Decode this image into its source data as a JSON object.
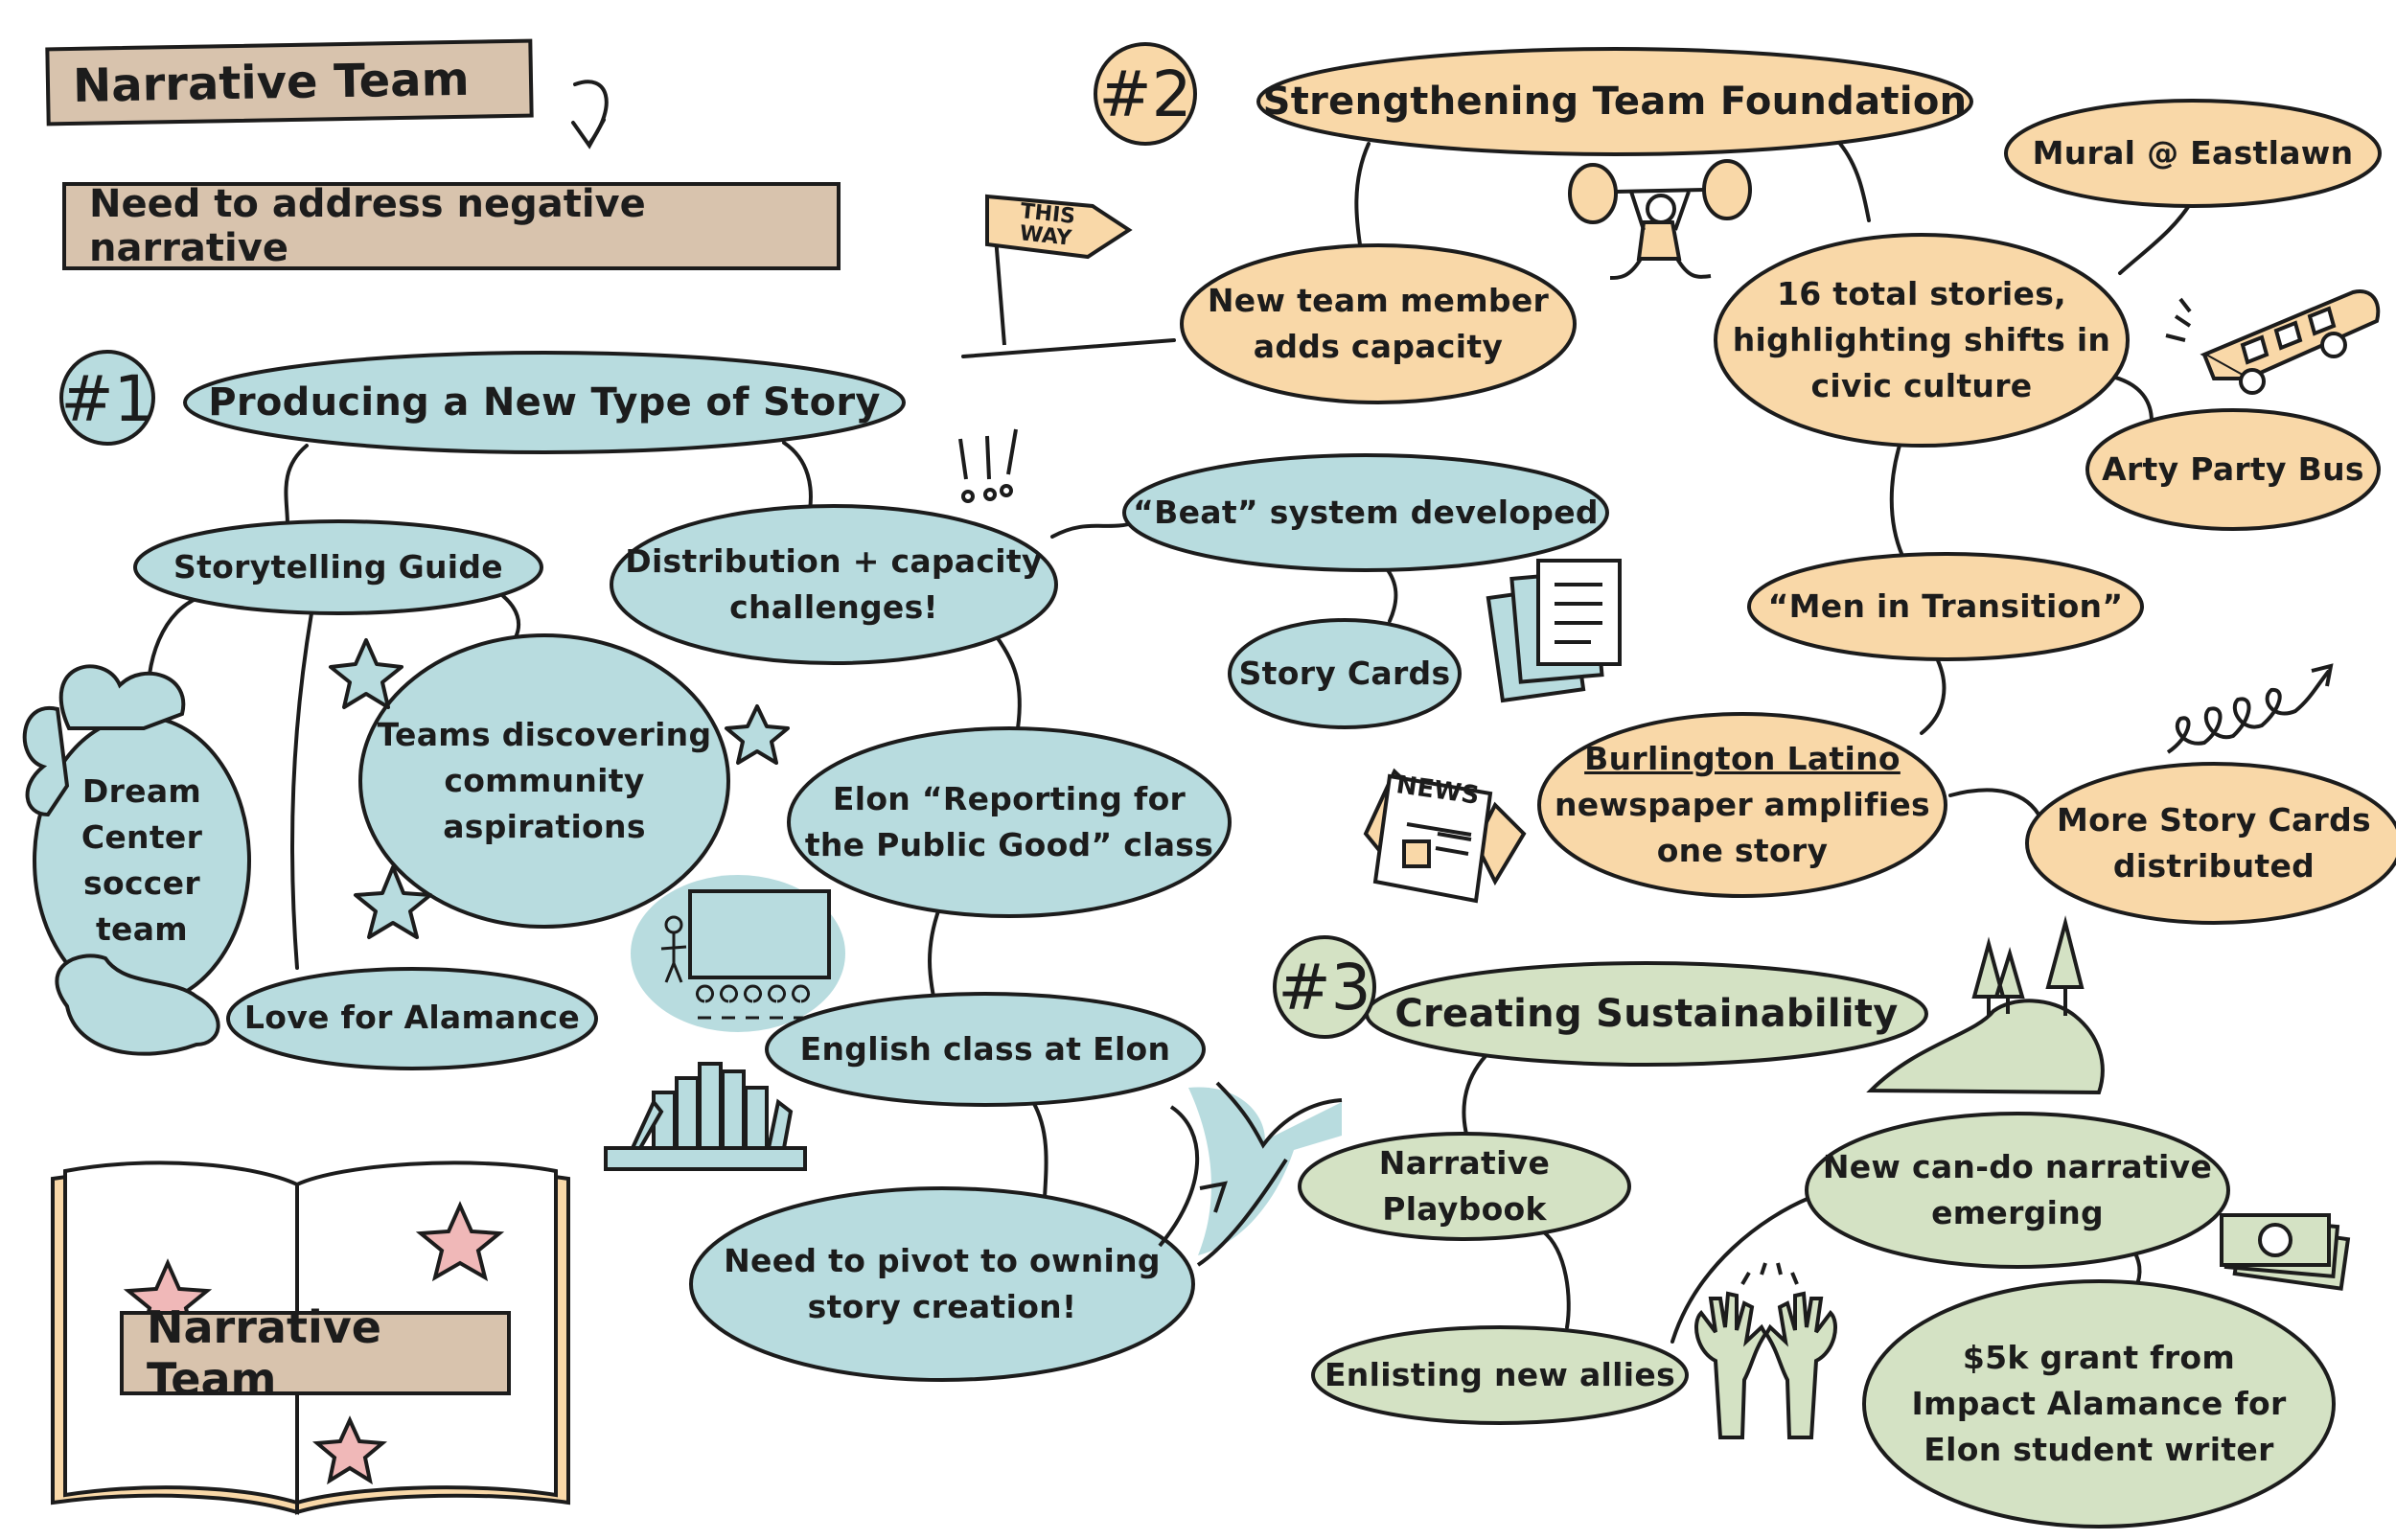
{
  "header": {
    "title": "Narrative Team",
    "subtitle": "Need to address negative narrative"
  },
  "section1": {
    "number": "#1",
    "title": "Producing a New Type of Story",
    "storytelling_guide": "Storytelling Guide",
    "dream_center": [
      "Dream",
      "Center",
      "soccer",
      "team"
    ],
    "teams_discovering": [
      "Teams discovering",
      "community",
      "aspirations"
    ],
    "love_alamance": "Love for Alamance",
    "distribution": [
      "Distribution + capacity",
      "challenges!"
    ],
    "beat_system": "“Beat” system developed",
    "story_cards": "Story Cards",
    "elon_class": [
      "Elon “Reporting for",
      "the Public Good” class"
    ],
    "english_class": "English class at Elon",
    "pivot": [
      "Need to pivot to owning",
      "story creation!"
    ],
    "exclaim": "!!!",
    "book_label": "Narrative Team"
  },
  "section2": {
    "number": "#2",
    "title": "Strengthening Team Foundation",
    "new_member": [
      "New team member",
      "adds capacity"
    ],
    "stories": [
      "16 total stories,",
      "highlighting shifts in",
      "civic culture"
    ],
    "mural": "Mural @ Eastlawn",
    "arty_bus": "Arty Party Bus",
    "men_transition": "“Men in Transition”",
    "burlington": [
      "Burlington Latino",
      "newspaper amplifies",
      "one story"
    ],
    "more_cards": [
      "More Story Cards",
      "distributed"
    ],
    "sign": [
      "THIS",
      "WAY"
    ],
    "news": "NEWS"
  },
  "section3": {
    "number": "#3",
    "title": "Creating Sustainability",
    "playbook": "Narrative Playbook",
    "allies": "Enlisting new allies",
    "can_do": [
      "New can-do narrative",
      "emerging"
    ],
    "grant": [
      "$5k grant from",
      "Impact Alamance for",
      "Elon student writer"
    ]
  },
  "colors": {
    "blue": "#b8dcdf",
    "orange": "#f9d8a8",
    "green": "#d4e2c4",
    "tan": "#d8c3ad",
    "star": "#f0b8b8"
  }
}
